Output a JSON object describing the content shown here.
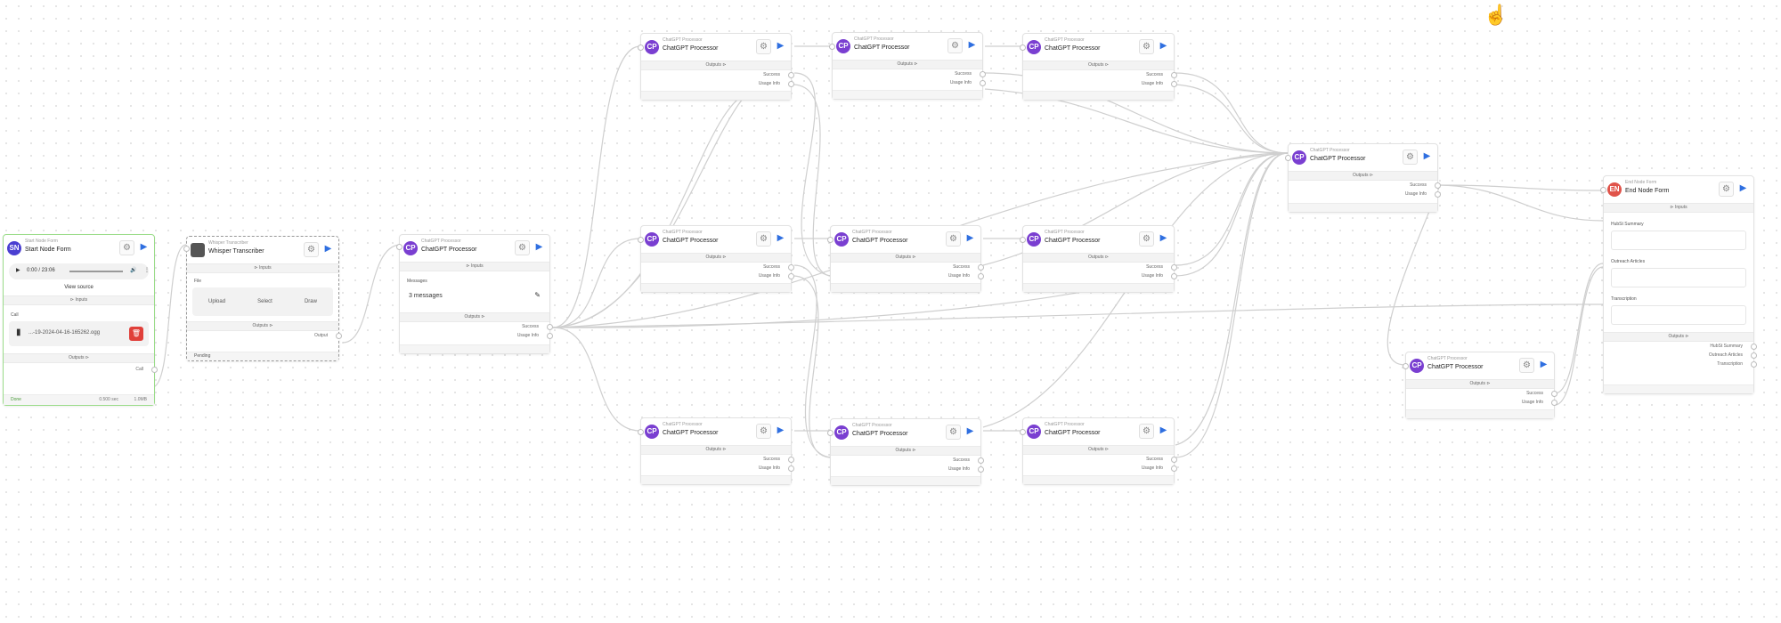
{
  "labels": {
    "cp_subtitle": "ChatGPT Processor",
    "cp_title": "ChatGPT Processor",
    "outputs": "Outputs ⊳",
    "inputs": "⊳ Inputs",
    "success": "Success",
    "usage_info": "Usage Info"
  },
  "start_node": {
    "avatar": "SN",
    "subtitle": "Start Node Form",
    "title": "Start Node Form",
    "audio_time": "0:00 / 23:06",
    "view_source": "View source",
    "inputs": "⊳ Inputs",
    "call_label": "Call",
    "file_name": "...-19-2024-04-16-165262.ogg",
    "outputs": "Outputs ⊳",
    "call_output": "Call",
    "status": "Done",
    "meta1": "0.500 sec",
    "meta2": "1.0MB"
  },
  "whisper_node": {
    "subtitle": "Whisper Transcriber",
    "title": "Whisper Transcriber",
    "inputs": "⊳ Inputs",
    "file_label": "File",
    "upload": "Upload",
    "select": "Select",
    "draw": "Draw",
    "outputs": "Outputs ⊳",
    "output": "Output",
    "status": "Pending"
  },
  "cp_main": {
    "inputs": "⊳ Inputs",
    "messages_label": "Messages",
    "messages_value": "3 messages"
  },
  "end_node": {
    "avatar": "EN",
    "subtitle": "End Node Form",
    "title": "End Node Form",
    "inputs": "⊳ Inputs",
    "field1": "HubSt Summary",
    "field2": "Outreach Articles",
    "field3": "Transcription",
    "outputs": "Outputs ⊳",
    "out1": "HubSt Summary",
    "out2": "Outreach Articles",
    "out3": "Transcription"
  },
  "colors": {
    "accent": "#2f6fe0",
    "processor_avatar": "#7a3fd1",
    "start_border": "#9bdc8a",
    "delete": "#e0403a"
  }
}
